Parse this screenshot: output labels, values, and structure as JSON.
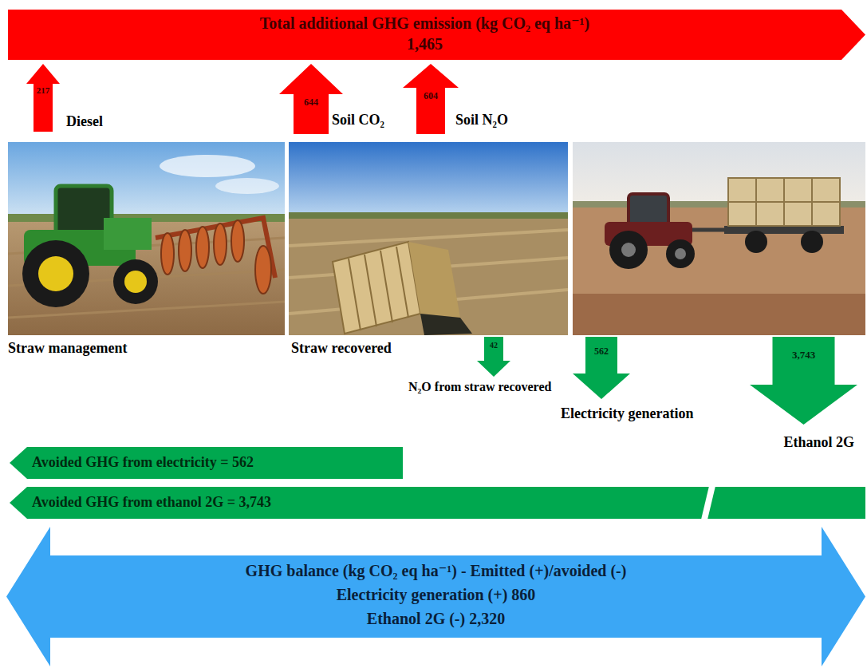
{
  "diagram": {
    "nodes": [
      {
        "text": [
          "Total additional GHG emission (kg CO₂ eq ha⁻¹)",
          "1,465"
        ]
      },
      {
        "text": [
          "217",
          "Diesel"
        ]
      },
      {
        "text": [
          "644",
          "Soil CO₂"
        ]
      },
      {
        "text": [
          "604",
          "Soil N₂O"
        ]
      },
      {
        "text": [
          "42",
          "N₂O from straw recovered"
        ]
      },
      {
        "text": [
          "562",
          "Electricity generation"
        ]
      },
      {
        "text": [
          "3,743",
          "Ethanol 2G"
        ]
      },
      {
        "text": [
          "Avoided GHG from electricity = 562"
        ]
      },
      {
        "text": [
          "Avoided GHG from ethanol 2G = 3,743"
        ]
      },
      {
        "text": [
          "GHG balance (kg CO₂ eq ha⁻¹) - Emitted (+)/avoided (-)",
          "Electricity generation (+) 860",
          "Ethanol 2G (-) 2,320"
        ]
      }
    ],
    "labels": [
      "Straw management",
      "Straw recovered"
    ]
  }
}
